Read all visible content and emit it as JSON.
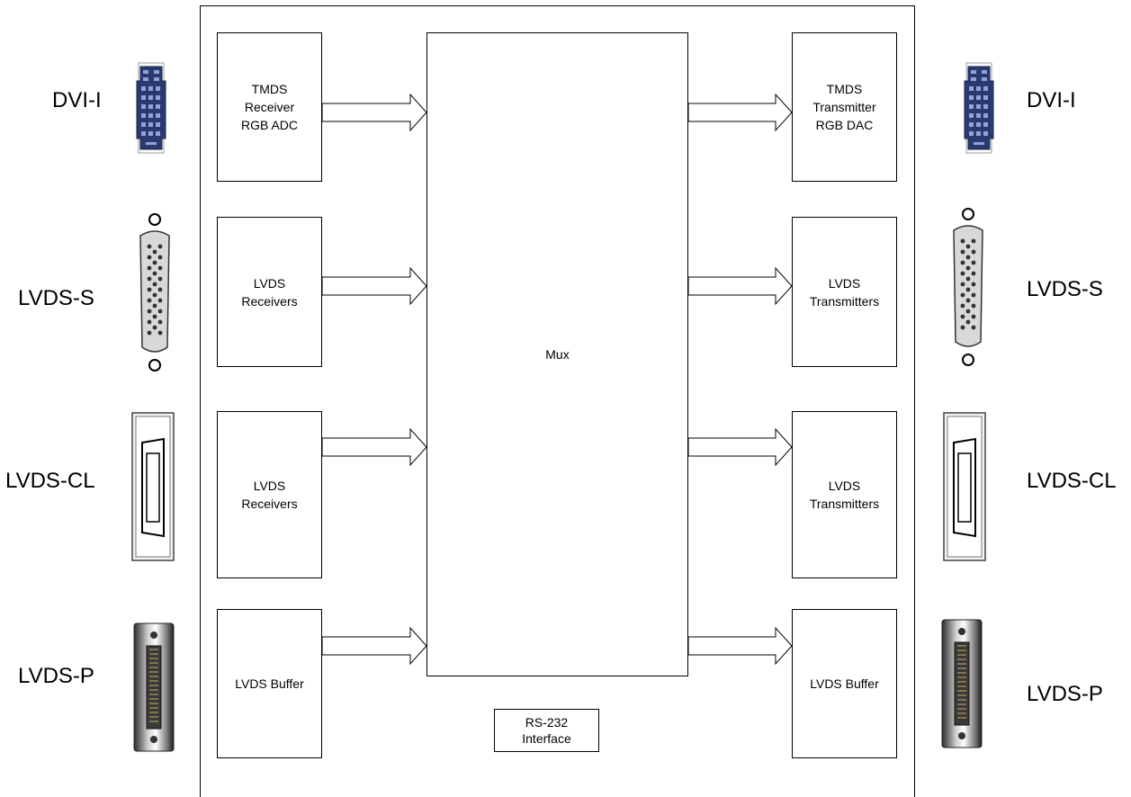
{
  "ports": {
    "dvi_left": "DVI-I",
    "lvds_s_left": "LVDS-S",
    "lvds_cl_left": "LVDS-CL",
    "lvds_p_left": "LVDS-P",
    "dvi_right": "DVI-I",
    "lvds_s_right": "LVDS-S",
    "lvds_cl_right": "LVDS-CL",
    "lvds_p_right": "LVDS-P"
  },
  "inputs": {
    "tmds_receiver": "TMDS\nReceiver\nRGB ADC",
    "lvds_receivers_1": "LVDS\nReceivers",
    "lvds_receivers_2": "LVDS\nReceivers",
    "lvds_buffer": "LVDS Buffer"
  },
  "outputs": {
    "tmds_transmitter": "TMDS\nTransmitter\nRGB DAC",
    "lvds_transmitters_1": "LVDS\nTransmitters",
    "lvds_transmitters_2": "LVDS\nTransmitters",
    "lvds_buffer": "LVDS Buffer"
  },
  "mux": "Mux",
  "rs232": "RS-232\nInterface",
  "connector_icons": {
    "dvi": "dvi-i-connector-icon",
    "lvds_s": "db26-connector-icon",
    "lvds_cl": "camera-link-connector-icon",
    "lvds_p": "scsi-connector-icon"
  }
}
